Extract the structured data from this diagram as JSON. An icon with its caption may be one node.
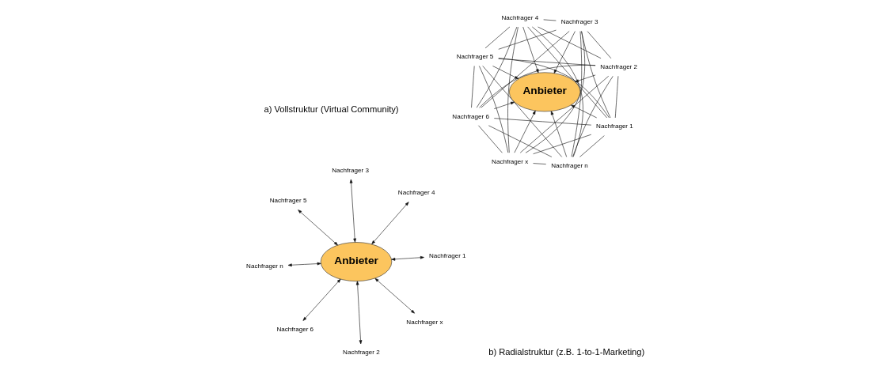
{
  "diagram": {
    "nodes": [
      {
        "text": [
          "Nachfrager n"
        ]
      },
      {
        "text": [
          "Nachfrager 1"
        ]
      },
      {
        "text": [
          "Nachfrager 2"
        ]
      },
      {
        "text": [
          "Nachfrager 3"
        ]
      },
      {
        "text": [
          "Nachfrager 4"
        ]
      },
      {
        "text": [
          "Nachfrager 5"
        ]
      },
      {
        "text": [
          "Nachfrager 6"
        ]
      },
      {
        "text": [
          "Nachfrager x"
        ]
      },
      {
        "text": [
          "Anbieter"
        ]
      },
      {
        "text": [
          "Nachfrager n"
        ]
      },
      {
        "text": [
          "Nachfrager 1"
        ]
      },
      {
        "text": [
          "Nachfrager 2"
        ]
      },
      {
        "text": [
          "Nachfrager 3"
        ]
      },
      {
        "text": [
          "Nachfrager 4"
        ]
      },
      {
        "text": [
          "Nachfrager 5"
        ]
      },
      {
        "text": [
          "Nachfrager 6"
        ]
      },
      {
        "text": [
          "Nachfrager x"
        ]
      },
      {
        "text": [
          "Anbieter"
        ]
      }
    ],
    "edges": [
      {
        "from": 0,
        "to": 1,
        "arrow": "none"
      },
      {
        "from": 0,
        "to": 2,
        "arrow": "none"
      },
      {
        "from": 0,
        "to": 3,
        "arrow": "none"
      },
      {
        "from": 0,
        "to": 4,
        "arrow": "none"
      },
      {
        "from": 0,
        "to": 5,
        "arrow": "none"
      },
      {
        "from": 0,
        "to": 6,
        "arrow": "none"
      },
      {
        "from": 0,
        "to": 7,
        "arrow": "none"
      },
      {
        "from": 1,
        "to": 2,
        "arrow": "none"
      },
      {
        "from": 1,
        "to": 3,
        "arrow": "none"
      },
      {
        "from": 1,
        "to": 4,
        "arrow": "none"
      },
      {
        "from": 1,
        "to": 5,
        "arrow": "none"
      },
      {
        "from": 1,
        "to": 6,
        "arrow": "none"
      },
      {
        "from": 1,
        "to": 7,
        "arrow": "none"
      },
      {
        "from": 2,
        "to": 3,
        "arrow": "none"
      },
      {
        "from": 2,
        "to": 4,
        "arrow": "none"
      },
      {
        "from": 2,
        "to": 5,
        "arrow": "none"
      },
      {
        "from": 2,
        "to": 6,
        "arrow": "none"
      },
      {
        "from": 2,
        "to": 7,
        "arrow": "none"
      },
      {
        "from": 3,
        "to": 4,
        "arrow": "none"
      },
      {
        "from": 3,
        "to": 5,
        "arrow": "none"
      },
      {
        "from": 3,
        "to": 6,
        "arrow": "none"
      },
      {
        "from": 3,
        "to": 7,
        "arrow": "none"
      },
      {
        "from": 4,
        "to": 5,
        "arrow": "none"
      },
      {
        "from": 4,
        "to": 6,
        "arrow": "none"
      },
      {
        "from": 4,
        "to": 7,
        "arrow": "none"
      },
      {
        "from": 5,
        "to": 6,
        "arrow": "none"
      },
      {
        "from": 5,
        "to": 7,
        "arrow": "none"
      },
      {
        "from": 6,
        "to": 7,
        "arrow": "none"
      },
      {
        "from": 0,
        "to": 8,
        "arrow": "to"
      },
      {
        "from": 1,
        "to": 8,
        "arrow": "to"
      },
      {
        "from": 2,
        "to": 8,
        "arrow": "to"
      },
      {
        "from": 3,
        "to": 8,
        "arrow": "to"
      },
      {
        "from": 4,
        "to": 8,
        "arrow": "to"
      },
      {
        "from": 5,
        "to": 8,
        "arrow": "to"
      },
      {
        "from": 6,
        "to": 8,
        "arrow": "to"
      },
      {
        "from": 7,
        "to": 8,
        "arrow": "to"
      },
      {
        "from": 17,
        "to": 9,
        "arrow": "both"
      },
      {
        "from": 17,
        "to": 10,
        "arrow": "both"
      },
      {
        "from": 17,
        "to": 11,
        "arrow": "both"
      },
      {
        "from": 17,
        "to": 12,
        "arrow": "both"
      },
      {
        "from": 17,
        "to": 13,
        "arrow": "both"
      },
      {
        "from": 17,
        "to": 14,
        "arrow": "both"
      },
      {
        "from": 17,
        "to": 15,
        "arrow": "both"
      },
      {
        "from": 17,
        "to": 16,
        "arrow": "both"
      }
    ],
    "labels": [
      "a) Vollstruktur (Virtual Community)",
      "b) Radialstruktur (z.B. 1-to-1-Marketing)"
    ]
  }
}
